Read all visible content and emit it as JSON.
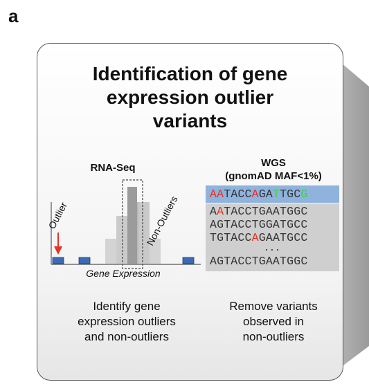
{
  "panel_letter": "a",
  "title_lines": [
    "Identification of gene",
    "expression outlier",
    "variants"
  ],
  "rnaseq": {
    "label": "RNA-Seq",
    "outlier_label": "Outlier",
    "non_outlier_label": "Non-Outliers",
    "axis_label": "Gene Expression"
  },
  "wgs": {
    "label_line1": "WGS",
    "label_line2": "(gnomAD MAF<1%)",
    "ellipsis": "...",
    "reference": "AATACCAGATTGCG",
    "reads": [
      "AATACCTGAATGGC",
      "AGTACCTGGATGCC",
      "TGTACCAGAATGCC",
      "AGTACCTGAATGGC"
    ]
  },
  "captions": {
    "left": [
      "Identify gene",
      "expression outliers",
      "and non-outliers"
    ],
    "right": [
      "Remove variants",
      "observed in",
      "non-outliers"
    ]
  },
  "colors": {
    "variant_red": "#e53325",
    "variant_green": "#39d63a",
    "reference_bg": "#8fb3dd",
    "reads_bg": "#cfcfcf",
    "outlier_marker": "#3c6bb5"
  }
}
